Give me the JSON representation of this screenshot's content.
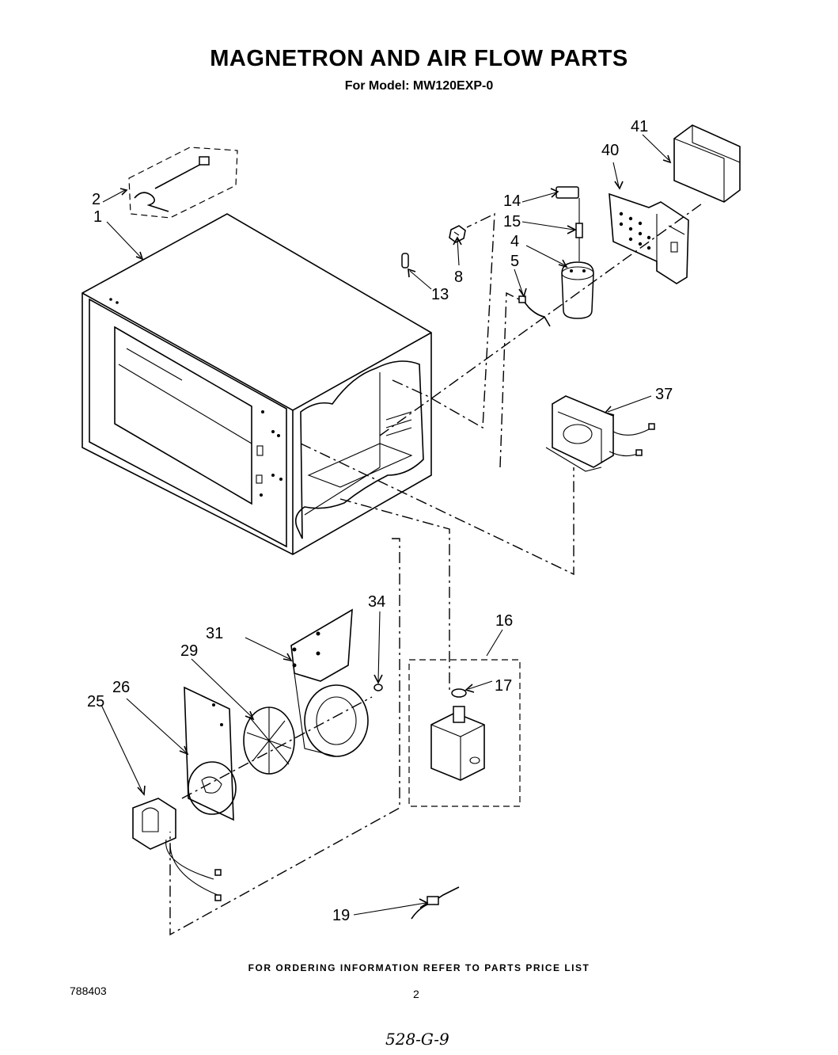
{
  "header": {
    "title": "MAGNETRON AND AIR FLOW PARTS",
    "subtitle": "For Model: MW120EXP-0"
  },
  "callouts": {
    "c1": "1",
    "c2": "2",
    "c4": "4",
    "c5": "5",
    "c8": "8",
    "c13": "13",
    "c14": "14",
    "c15": "15",
    "c16": "16",
    "c17": "17",
    "c19": "19",
    "c25": "25",
    "c26": "26",
    "c29": "29",
    "c31": "31",
    "c34": "34",
    "c37": "37",
    "c40": "40",
    "c41": "41"
  },
  "footer": {
    "ordering_note": "FOR ORDERING INFORMATION REFER TO PARTS PRICE LIST",
    "doc_number": "788403",
    "page_number": "2",
    "handwritten_note": "528-G-9"
  }
}
